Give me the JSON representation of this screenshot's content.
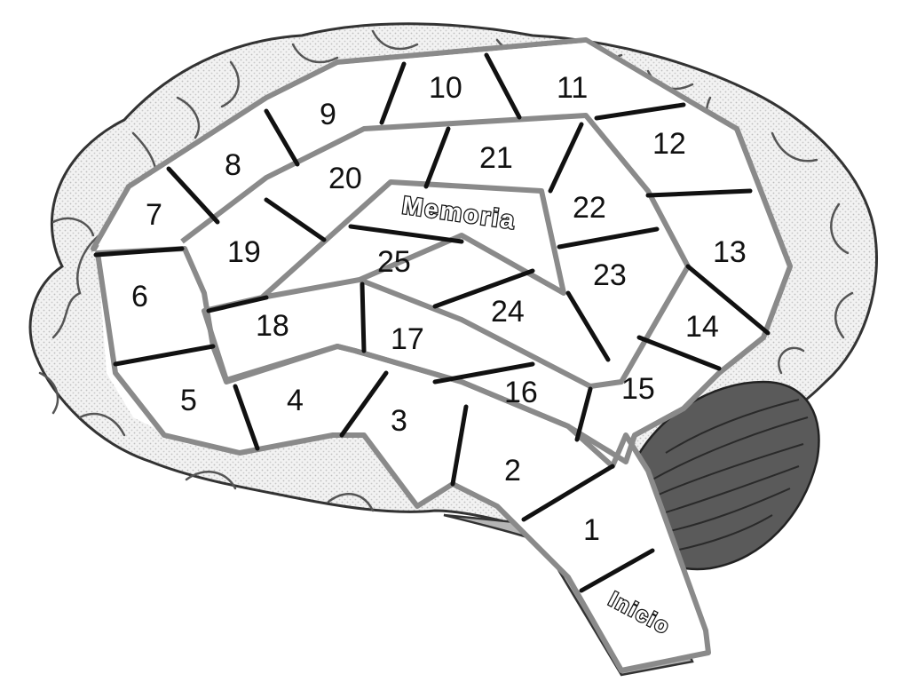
{
  "board": {
    "start_label": "Inicio",
    "goal_label": "Memoria",
    "squares": [
      {
        "id": "square-1",
        "label": "1"
      },
      {
        "id": "square-2",
        "label": "2"
      },
      {
        "id": "square-3",
        "label": "3"
      },
      {
        "id": "square-4",
        "label": "4"
      },
      {
        "id": "square-5",
        "label": "5"
      },
      {
        "id": "square-6",
        "label": "6"
      },
      {
        "id": "square-7",
        "label": "7"
      },
      {
        "id": "square-8",
        "label": "8"
      },
      {
        "id": "square-9",
        "label": "9"
      },
      {
        "id": "square-10",
        "label": "10"
      },
      {
        "id": "square-11",
        "label": "11"
      },
      {
        "id": "square-12",
        "label": "12"
      },
      {
        "id": "square-13",
        "label": "13"
      },
      {
        "id": "square-14",
        "label": "14"
      },
      {
        "id": "square-15",
        "label": "15"
      },
      {
        "id": "square-16",
        "label": "16"
      },
      {
        "id": "square-17",
        "label": "17"
      },
      {
        "id": "square-18",
        "label": "18"
      },
      {
        "id": "square-19",
        "label": "19"
      },
      {
        "id": "square-20",
        "label": "20"
      },
      {
        "id": "square-21",
        "label": "21"
      },
      {
        "id": "square-22",
        "label": "22"
      },
      {
        "id": "square-23",
        "label": "23"
      },
      {
        "id": "square-24",
        "label": "24"
      },
      {
        "id": "square-25",
        "label": "25"
      }
    ]
  },
  "colors": {
    "brain_fill": "#e9e9e9",
    "gyri_stroke": "#555555",
    "path_border": "#8a8a8a",
    "divider": "#111111",
    "cerebellum": "#5a5a5a",
    "brainstem": "#b5b5b5"
  }
}
